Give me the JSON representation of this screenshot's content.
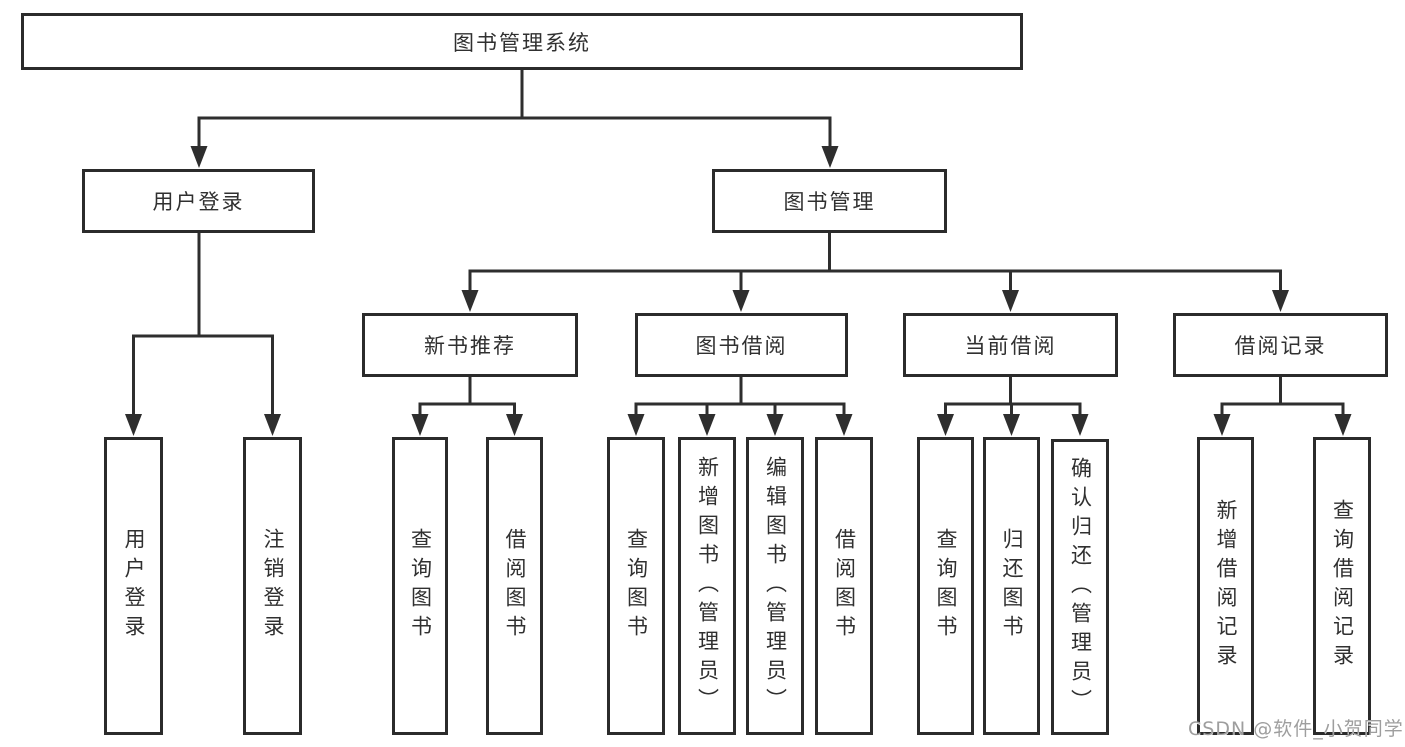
{
  "tree": {
    "label": "图书管理系统",
    "children": [
      {
        "label": "用户登录",
        "children": [
          {
            "label": "用户登录"
          },
          {
            "label": "注销登录"
          }
        ]
      },
      {
        "label": "图书管理",
        "children": [
          {
            "label": "新书推荐",
            "children": [
              {
                "label": "查询图书"
              },
              {
                "label": "借阅图书"
              }
            ]
          },
          {
            "label": "图书借阅",
            "children": [
              {
                "label": "查询图书"
              },
              {
                "label": "新增图书（管理员）"
              },
              {
                "label": "编辑图书（管理员）"
              },
              {
                "label": "借阅图书"
              }
            ]
          },
          {
            "label": "当前借阅",
            "children": [
              {
                "label": "查询图书"
              },
              {
                "label": "归还图书"
              },
              {
                "label": "确认归还（管理员）"
              }
            ]
          },
          {
            "label": "借阅记录",
            "children": [
              {
                "label": "新增借阅记录"
              },
              {
                "label": "查询借阅记录"
              }
            ]
          }
        ]
      }
    ]
  },
  "watermark": "CSDN @软件_小贺同学",
  "colors": {
    "line": "#2e2e2e",
    "box_border": "#2b2b2b",
    "text": "#303030",
    "background": "#ffffff",
    "watermark": "#9e9e9e"
  }
}
